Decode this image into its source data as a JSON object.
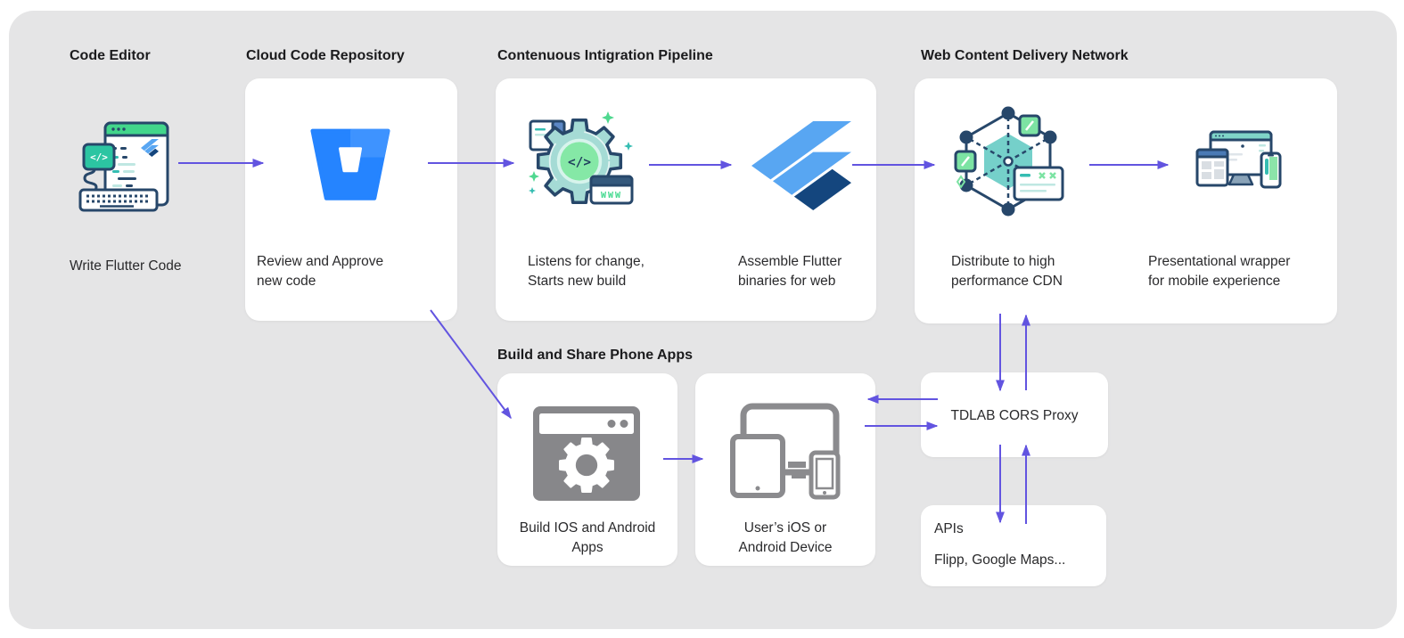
{
  "panel": {
    "page_bg": "#ffffff",
    "bg": "#e5e5e6"
  },
  "palette": {
    "arrow": "#6254e0",
    "heading_color": "#1b1b1d",
    "body_color": "#2a2a2c",
    "navy": "#27476a",
    "teal": "#35bdb2",
    "light_teal": "#a5dbd5",
    "green": "#42d68b",
    "mint": "#7ce3a3",
    "bitbucket_blue": "#2584ff",
    "flutter_light": "#58a6f2",
    "flutter_dark": "#14467e",
    "icon_gray": "#87878a"
  },
  "headings": {
    "code_editor": "Code Editor",
    "repository": "Cloud Code Repository",
    "ci_pipeline": "Contenuous Intigration Pipeline",
    "cdn": "Web Content Delivery Network",
    "phone_apps": "Build and Share Phone Apps"
  },
  "captions": {
    "write_code": "Write Flutter Code",
    "review": "Review and Approve\nnew code",
    "listens": "Listens for change,\nStarts new build",
    "assemble": "Assemble Flutter\nbinaries for web",
    "distribute": "Distribute to high\nperformance CDN",
    "presentational": "Presentational wrapper\nfor mobile experience",
    "build_apps": "Build IOS and Android\nApps",
    "user_device": "User’s iOS or\nAndroid Device"
  },
  "proxy": {
    "label": "TDLAB CORS Proxy"
  },
  "apis": {
    "label": "APIs",
    "sublabel": "Flipp, Google Maps..."
  },
  "icons": {
    "code_editor": "code-editor-icon",
    "repository": "bitbucket-icon",
    "ci": "build-gear-icon",
    "flutter": "flutter-logo-icon",
    "cdn": "cdn-network-icon",
    "wrapper": "responsive-devices-icon",
    "build": "browser-gear-icon",
    "device": "mobile-devices-icon",
    "code_glyph": "</>",
    "editor_glyph": "</>",
    "www_glyph": "WWW"
  }
}
